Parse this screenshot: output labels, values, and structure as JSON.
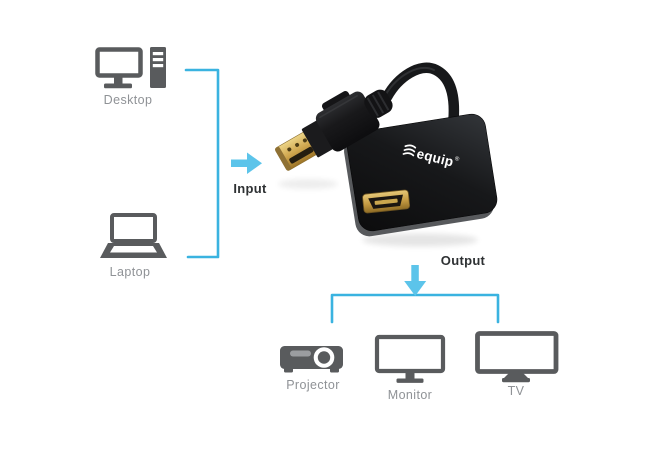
{
  "canvas": {
    "background": "#ffffff"
  },
  "colors": {
    "flow_line": "#3ab3e0",
    "arrow_fill": "#5cc4ea",
    "icon_gray": "#595b5d",
    "label_gray": "#8f9296",
    "io_label_color": "#2e3133",
    "adapter_body_black": "#141517",
    "connector_gold": "#c9a24a"
  },
  "input_group": {
    "label": "Input",
    "devices": [
      {
        "name": "Desktop",
        "icon": "desktop-computer-icon"
      },
      {
        "name": "Laptop",
        "icon": "laptop-icon"
      }
    ]
  },
  "adapter": {
    "brand_logo": "equip",
    "registered_mark": "®"
  },
  "output_group": {
    "label": "Output",
    "devices": [
      {
        "name": "Projector",
        "icon": "projector-icon"
      },
      {
        "name": "Monitor",
        "icon": "monitor-icon"
      },
      {
        "name": "TV",
        "icon": "tv-icon"
      }
    ]
  }
}
